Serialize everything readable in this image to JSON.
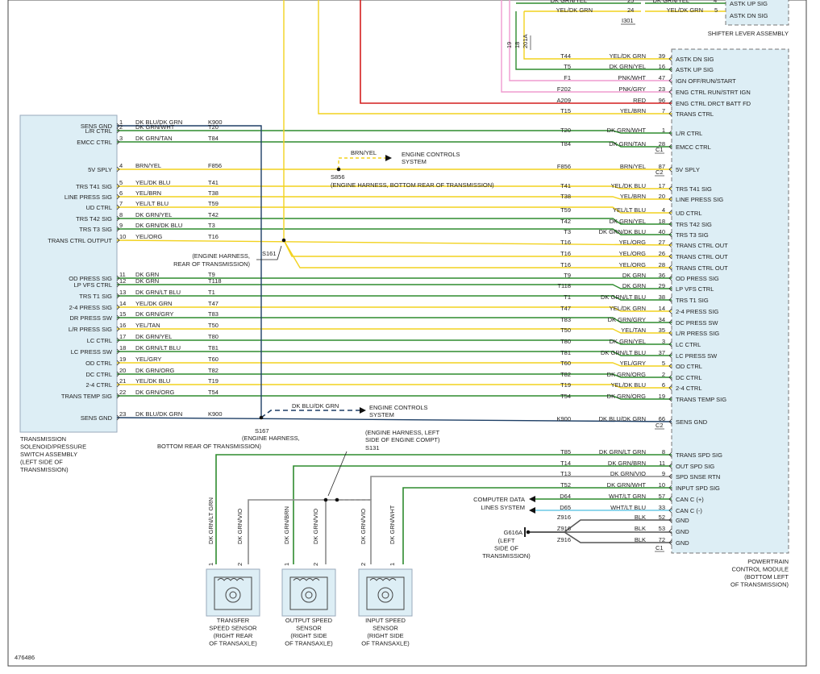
{
  "diagram_id": "476486",
  "colors": {
    "yellow": "#f2d21f",
    "green": "#2e8b2e",
    "dkblue": "#1e3f66",
    "red": "#d41f1f",
    "pink": "#ef9bcf",
    "gray": "#8c8c8c",
    "dkgray": "#555555",
    "cyan": "#6cc9e6",
    "black": "#222222"
  },
  "shifter": {
    "title": "SHIFTER LEVER ASSEMBLY",
    "pins": [
      {
        "num": "4",
        "name": "ASTK UP SIG"
      },
      {
        "num": "5",
        "name": "ASTK DN SIG"
      }
    ],
    "wires_top": [
      {
        "color": "DK GRN/YEL",
        "pin": "25",
        "rcolor": "DK GRN/YEL",
        "rpin": "4"
      },
      {
        "color": "YEL/DK GRN",
        "pin": "24",
        "rcolor": "YEL/DK GRN",
        "rpin": "5"
      }
    ],
    "conn": "I301",
    "splice_labels": [
      "19",
      "18",
      "201A"
    ]
  },
  "solenoid": {
    "title_lines": [
      "TRANSMISSION",
      "SOLENOID/PRESSURE",
      "SWITCH ASSEMBLY",
      "(LEFT SIDE OF",
      "TRANSMISSION)"
    ],
    "pins": [
      {
        "num": "1",
        "name": "SENS GND",
        "color": "DK BLU/DK GRN",
        "circuit": "K900"
      },
      {
        "num": "2",
        "name": "L/R CTRL",
        "color": "DK GRN/WHT",
        "circuit": "T20"
      },
      {
        "num": "3",
        "name": "EMCC CTRL",
        "color": "DK GRN/TAN",
        "circuit": "T84"
      },
      {
        "num": "4",
        "name": "5V SPLY",
        "color": "BRN/YEL",
        "circuit": "F856"
      },
      {
        "num": "5",
        "name": "TRS T41 SIG",
        "color": "YEL/DK BLU",
        "circuit": "T41"
      },
      {
        "num": "6",
        "name": "LINE PRESS SIG",
        "color": "YEL/BRN",
        "circuit": "T38"
      },
      {
        "num": "7",
        "name": "UD CTRL",
        "color": "YEL/LT BLU",
        "circuit": "T59"
      },
      {
        "num": "8",
        "name": "TRS T42 SIG",
        "color": "DK GRN/YEL",
        "circuit": "T42"
      },
      {
        "num": "9",
        "name": "TRS T3 SIG",
        "color": "DK GRN/DK BLU",
        "circuit": "T3"
      },
      {
        "num": "10",
        "name": "TRANS CTRL OUTPUT",
        "color": "YEL/ORG",
        "circuit": "T16"
      },
      {
        "num": "11",
        "name": "OD PRESS SIG",
        "color": "DK GRN",
        "circuit": "T9"
      },
      {
        "num": "12",
        "name": "LP VFS CTRL",
        "color": "DK GRN",
        "circuit": "T118"
      },
      {
        "num": "13",
        "name": "TRS T1 SIG",
        "color": "DK GRN/LT BLU",
        "circuit": "T1"
      },
      {
        "num": "14",
        "name": "2-4 PRESS SIG",
        "color": "YEL/DK GRN",
        "circuit": "T47"
      },
      {
        "num": "15",
        "name": "DR PRESS SW",
        "color": "DK GRN/GRY",
        "circuit": "T83"
      },
      {
        "num": "16",
        "name": "L/R PRESS SIG",
        "color": "YEL/TAN",
        "circuit": "T50"
      },
      {
        "num": "17",
        "name": "LC CTRL",
        "color": "DK GRN/YEL",
        "circuit": "T80"
      },
      {
        "num": "18",
        "name": "LC PRESS SW",
        "color": "DK GRN/LT BLU",
        "circuit": "T81"
      },
      {
        "num": "19",
        "name": "OD CTRL",
        "color": "YEL/GRY",
        "circuit": "T60"
      },
      {
        "num": "20",
        "name": "DC CTRL",
        "color": "DK GRN/ORG",
        "circuit": "T82"
      },
      {
        "num": "21",
        "name": "2-4 CTRL",
        "color": "YEL/DK BLU",
        "circuit": "T19"
      },
      {
        "num": "22",
        "name": "TRANS TEMP SIG",
        "color": "DK GRN/ORG",
        "circuit": "T54"
      },
      {
        "num": "23",
        "name": "SENS GND",
        "color": "DK BLU/DK GRN",
        "circuit": "K900"
      }
    ]
  },
  "pcm": {
    "title_lines": [
      "POWERTRAIN",
      "CONTROL MODULE",
      "(BOTTOM LEFT",
      "OF TRANSMISSION)"
    ],
    "pins": [
      {
        "circuit": "T44",
        "color": "YEL/DK GRN",
        "pin": "39",
        "name": "ASTK DN SIG"
      },
      {
        "circuit": "T5",
        "color": "DK GRN/YEL",
        "pin": "16",
        "name": "ASTK UP SIG"
      },
      {
        "circuit": "F1",
        "color": "PNK/WHT",
        "pin": "47",
        "name": "IGN OFF/RUN/START"
      },
      {
        "circuit": "F202",
        "color": "PNK/GRY",
        "pin": "23",
        "name": "ENG CTRL RUN/STRT IGN"
      },
      {
        "circuit": "A209",
        "color": "RED",
        "pin": "96",
        "name": "ENG CTRL DRCT BATT FD"
      },
      {
        "circuit": "T15",
        "color": "YEL/BRN",
        "pin": "7",
        "name": "TRANS CTRL"
      },
      {
        "circuit": "T20",
        "color": "DK GRN/WHT",
        "pin": "1",
        "name": "L/R CTRL"
      },
      {
        "circuit": "T84",
        "color": "DK GRN/TAN",
        "pin": "28",
        "name": "EMCC CTRL"
      },
      {
        "circuit": "F856",
        "color": "BRN/YEL",
        "pin": "87",
        "name": "5V SPLY"
      },
      {
        "circuit": "T41",
        "color": "YEL/DK BLU",
        "pin": "17",
        "name": "TRS T41 SIG"
      },
      {
        "circuit": "T38",
        "color": "YEL/BRN",
        "pin": "20",
        "name": "LINE PRESS SIG"
      },
      {
        "circuit": "T59",
        "color": "YEL/LT BLU",
        "pin": "4",
        "name": "UD CTRL"
      },
      {
        "circuit": "T42",
        "color": "DK GRN/YEL",
        "pin": "18",
        "name": "TRS T42 SIG"
      },
      {
        "circuit": "T3",
        "color": "DK GRN/DK BLU",
        "pin": "40",
        "name": "TRS T3 SIG"
      },
      {
        "circuit": "T16",
        "color": "YEL/ORG",
        "pin": "27",
        "name": "TRANS CTRL OUT"
      },
      {
        "circuit": "T16",
        "color": "YEL/ORG",
        "pin": "26",
        "name": "TRANS CTRL OUT"
      },
      {
        "circuit": "T16",
        "color": "YEL/ORG",
        "pin": "28",
        "name": "TRANS CTRL OUT"
      },
      {
        "circuit": "T9",
        "color": "DK GRN",
        "pin": "36",
        "name": "OD PRESS SIG"
      },
      {
        "circuit": "T118",
        "color": "DK GRN",
        "pin": "29",
        "name": "LP VFS CTRL"
      },
      {
        "circuit": "T1",
        "color": "DK GRN/LT BLU",
        "pin": "38",
        "name": "TRS T1 SIG"
      },
      {
        "circuit": "T47",
        "color": "YEL/DK GRN",
        "pin": "14",
        "name": "2-4 PRESS SIG"
      },
      {
        "circuit": "T83",
        "color": "DK GRN/GRY",
        "pin": "34",
        "name": "DC PRESS SW"
      },
      {
        "circuit": "T50",
        "color": "YEL/TAN",
        "pin": "35",
        "name": "L/R PRESS SIG"
      },
      {
        "circuit": "T80",
        "color": "DK GRN/YEL",
        "pin": "3",
        "name": "LC CTRL"
      },
      {
        "circuit": "T81",
        "color": "DK GRN/LT BLU",
        "pin": "37",
        "name": "LC PRESS SW"
      },
      {
        "circuit": "T60",
        "color": "YEL/GRY",
        "pin": "5",
        "name": "OD CTRL"
      },
      {
        "circuit": "T82",
        "color": "DK GRN/ORG",
        "pin": "2",
        "name": "DC CTRL"
      },
      {
        "circuit": "T19",
        "color": "YEL/DK BLU",
        "pin": "6",
        "name": "2-4 CTRL"
      },
      {
        "circuit": "T54",
        "color": "DK GRN/ORG",
        "pin": "19",
        "name": "TRANS TEMP SIG"
      },
      {
        "circuit": "K900",
        "color": "DK BLU/DK GRN",
        "pin": "66",
        "name": "SENS GND"
      },
      {
        "circuit": "T85",
        "color": "DK GRN/LT GRN",
        "pin": "8",
        "name": "TRANS SPD SIG"
      },
      {
        "circuit": "T14",
        "color": "DK GRN/BRN",
        "pin": "11",
        "name": "OUT SPD SIG"
      },
      {
        "circuit": "T13",
        "color": "DK GRN/VIO",
        "pin": "9",
        "name": "SPD SNSE RTN"
      },
      {
        "circuit": "T52",
        "color": "DK GRN/WHT",
        "pin": "10",
        "name": "INPUT SPD SIG"
      },
      {
        "circuit": "D64",
        "color": "WHT/LT GRN",
        "pin": "57",
        "name": "CAN C (+)"
      },
      {
        "circuit": "D65",
        "color": "WHT/LT BLU",
        "pin": "33",
        "name": "CAN C (-)"
      },
      {
        "circuit": "Z916",
        "color": "BLK",
        "pin": "52",
        "name": "GND"
      },
      {
        "circuit": "Z916",
        "color": "BLK",
        "pin": "53",
        "name": "GND"
      },
      {
        "circuit": "Z916",
        "color": "BLK",
        "pin": "72",
        "name": "GND"
      }
    ],
    "connectors": [
      "C1",
      "C2",
      "C2",
      "C1"
    ]
  },
  "splices": {
    "s856": {
      "id": "S856",
      "desc": "(ENGINE HARNESS, BOTTOM REAR OF TRANSMISSION)",
      "branch_color": "BRN/YEL",
      "dest": [
        "ENGINE CONTROLS",
        "SYSTEM"
      ]
    },
    "s161": {
      "id": "S161",
      "desc": [
        "(ENGINE HARNESS,",
        "REAR OF TRANSMISSION)"
      ]
    },
    "s167": {
      "id": "S167",
      "desc": [
        "(ENGINE HARNESS,",
        "BOTTOM REAR OF TRANSMISSION)"
      ],
      "branch_color": "DK BLU/DK GRN",
      "dest": [
        "ENGINE CONTROLS",
        "SYSTEM"
      ]
    },
    "s131": {
      "id": "S131",
      "desc": [
        "(ENGINE HARNESS, LEFT",
        "SIDE OF ENGINE COMPT)"
      ]
    }
  },
  "can_dest": [
    "COMPUTER DATA",
    "LINES SYSTEM"
  ],
  "ground": {
    "id": "G616A",
    "desc": [
      "(LEFT",
      "SIDE OF",
      "TRANSMISSION)"
    ]
  },
  "sensors": [
    {
      "title": [
        "TRANSFER",
        "SPEED SENSOR",
        "(RIGHT REAR",
        "OF TRANSAXLE)"
      ],
      "wires": [
        {
          "pin": "1",
          "color": "DK GRN/LT GRN"
        },
        {
          "pin": "2",
          "color": "DK GRN/VIO"
        }
      ]
    },
    {
      "title": [
        "OUTPUT SPEED",
        "SENSOR",
        "(RIGHT SIDE",
        "OF TRANSAXLE)"
      ],
      "wires": [
        {
          "pin": "1",
          "color": "DK GRN/BRN"
        },
        {
          "pin": "2",
          "color": "DK GRN/VIO"
        }
      ]
    },
    {
      "title": [
        "INPUT SPEED",
        "SENSOR",
        "(RIGHT SIDE",
        "OF TRANSAXLE)"
      ],
      "wires": [
        {
          "pin": "2",
          "color": "DK GRN/VIO"
        },
        {
          "pin": "1",
          "color": "DK GRN/WHT"
        }
      ]
    }
  ]
}
